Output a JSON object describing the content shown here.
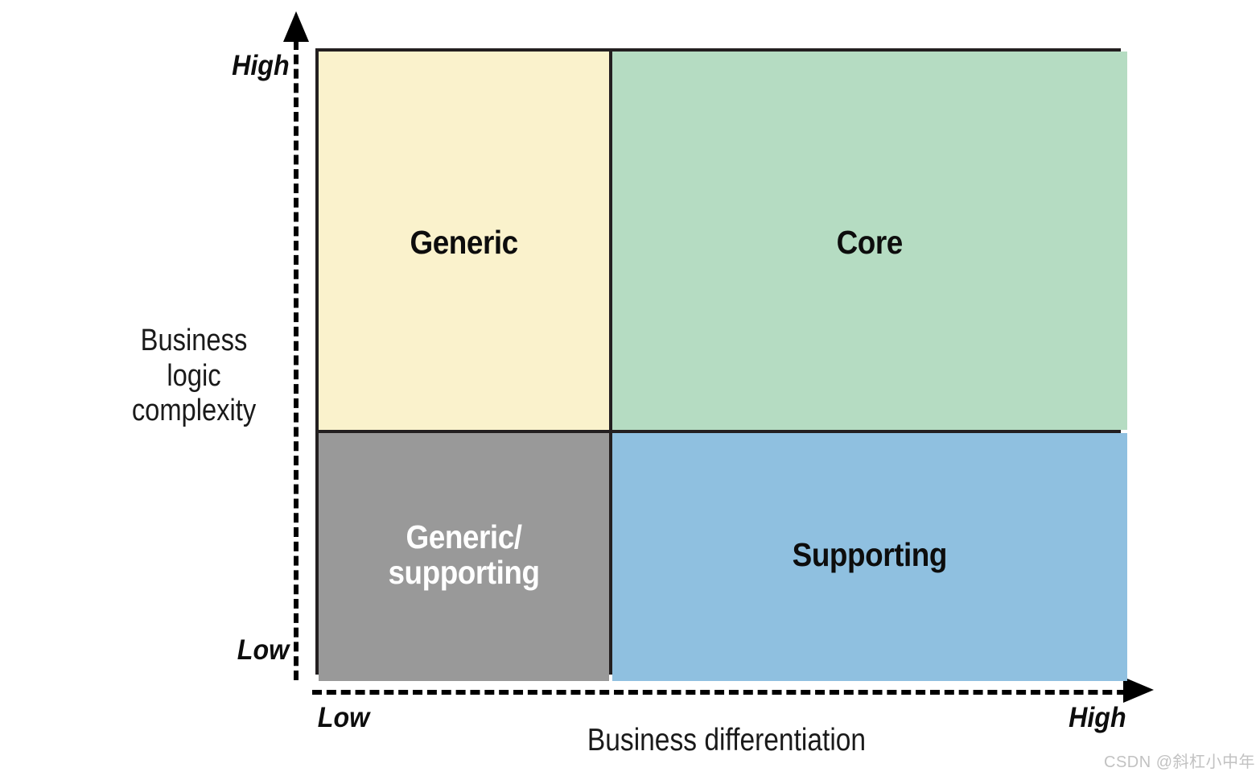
{
  "chart_data": {
    "type": "table",
    "title": "",
    "subtitle": "",
    "xlabel": "Business differentiation",
    "ylabel": "Business logic\ncomplexity",
    "x_ticks": [
      "Low",
      "High"
    ],
    "y_ticks": [
      "Low",
      "High"
    ],
    "axis_style": "dashed arrows",
    "grid": false,
    "legend": "none",
    "quadrants": [
      {
        "id": "generic",
        "label": "Generic",
        "x_level": "Low",
        "y_level": "High",
        "fill": "#faf2cc",
        "text_color": "#0d0d0d"
      },
      {
        "id": "core",
        "label": "Core",
        "x_level": "High",
        "y_level": "High",
        "fill": "#b5dcc2",
        "text_color": "#0d0d0d"
      },
      {
        "id": "generic-supporting",
        "label": "Generic/\nsupporting",
        "x_level": "Low",
        "y_level": "Low",
        "fill": "#999999",
        "text_color": "#ffffff"
      },
      {
        "id": "supporting",
        "label": "Supporting",
        "x_level": "High",
        "y_level": "Low",
        "fill": "#8fc0e0",
        "text_color": "#0d0d0d"
      }
    ]
  },
  "diagram": {
    "border_color": "#231f20",
    "axis_color": "#000000",
    "quadrant_generic_label": "Generic",
    "quadrant_core_label": "Core",
    "quadrant_generic_supporting_label": "Generic/\nsupporting",
    "quadrant_supporting_label": "Supporting"
  },
  "axes": {
    "y": {
      "title": "Business logic\ncomplexity",
      "high_label": "High",
      "low_label": "Low"
    },
    "x": {
      "title": "Business differentiation",
      "low_label": "Low",
      "high_label": "High"
    }
  },
  "watermark": {
    "text": "CSDN @斜杠小中年",
    "color": "#c2c2c2"
  }
}
